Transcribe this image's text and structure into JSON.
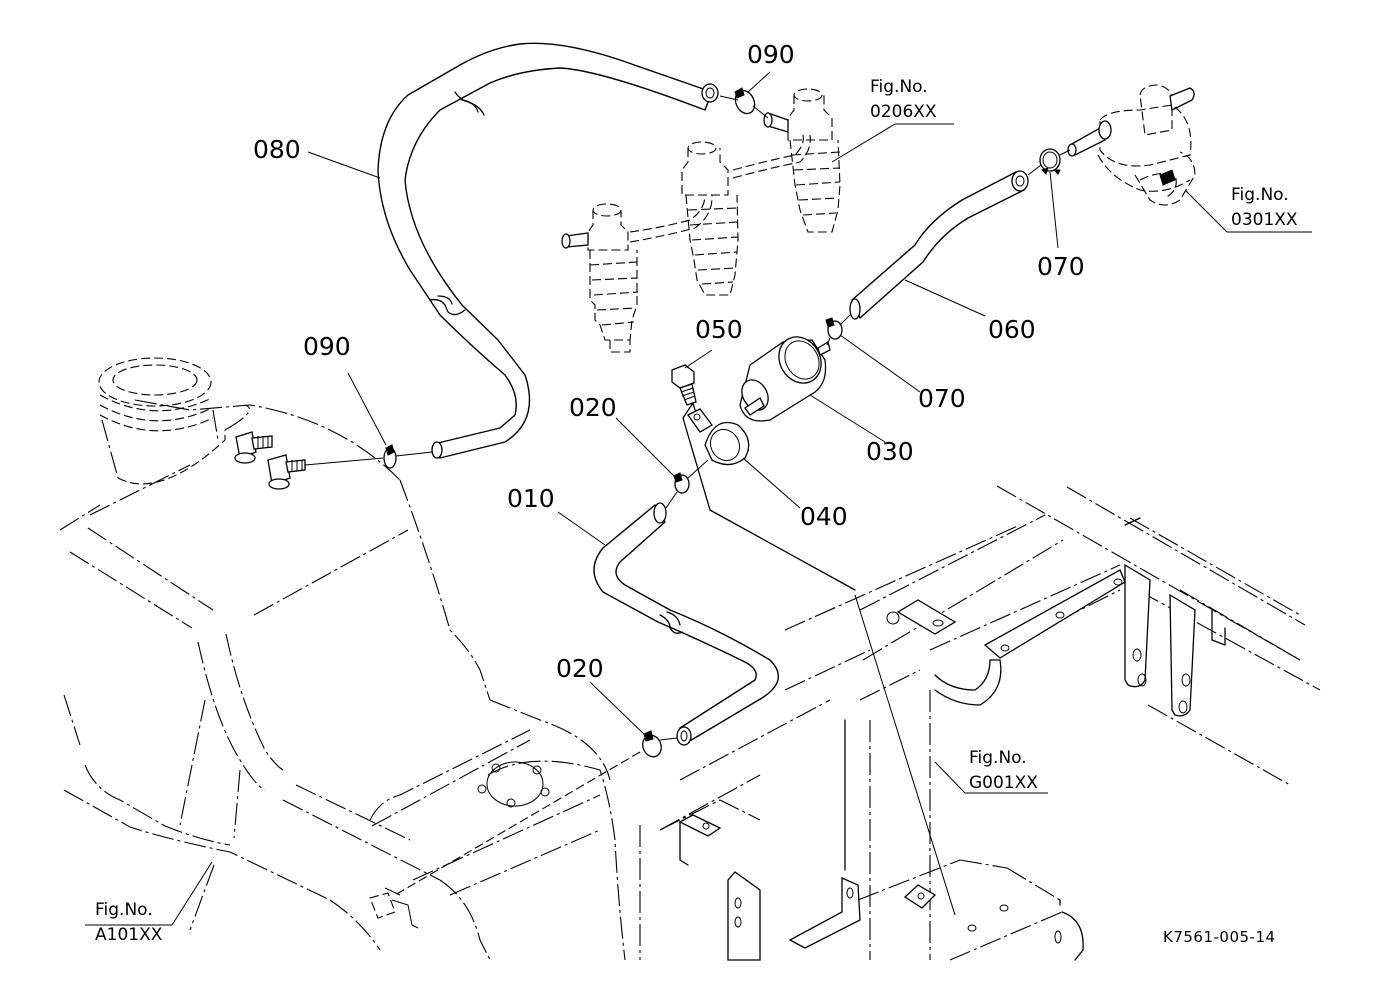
{
  "diagram": {
    "title": "Fuel pipe exploded view",
    "drawing_code": "K7561-005-14",
    "callouts": {
      "p010": "010",
      "p020a": "020",
      "p020b": "020",
      "p030": "030",
      "p040": "040",
      "p050": "050",
      "p060": "060",
      "p070a": "070",
      "p070b": "070",
      "p080": "080",
      "p090a": "090",
      "p090b": "090"
    },
    "fig_refs": {
      "label": "Fig.No.",
      "injectors": "0206XX",
      "fuel_pump": "0301XX",
      "frame": "G001XX",
      "fuel_tank": "A101XX"
    },
    "components": [
      {
        "id": "010",
        "name": "fuel-hose-lower"
      },
      {
        "id": "020",
        "name": "hose-clamp"
      },
      {
        "id": "030",
        "name": "fuel-filter"
      },
      {
        "id": "040",
        "name": "filter-bracket-band"
      },
      {
        "id": "050",
        "name": "bolt"
      },
      {
        "id": "060",
        "name": "fuel-hose-filter-to-pump"
      },
      {
        "id": "070",
        "name": "hose-clamp"
      },
      {
        "id": "080",
        "name": "fuel-return-hose"
      },
      {
        "id": "090",
        "name": "hose-clamp"
      }
    ]
  }
}
